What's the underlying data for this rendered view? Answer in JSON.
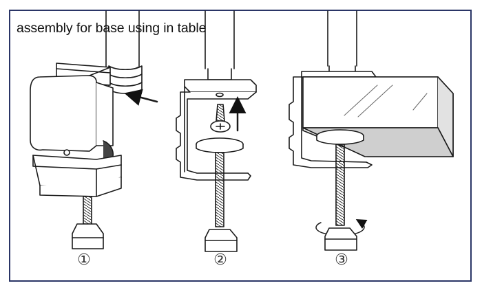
{
  "title": "assembly for base using in table",
  "steps": [
    "①",
    "②",
    "③"
  ],
  "colors": {
    "frame": "#2a3566",
    "line": "#1a1a1a",
    "fill": "#ffffff",
    "shade": "#dcdcdc"
  }
}
